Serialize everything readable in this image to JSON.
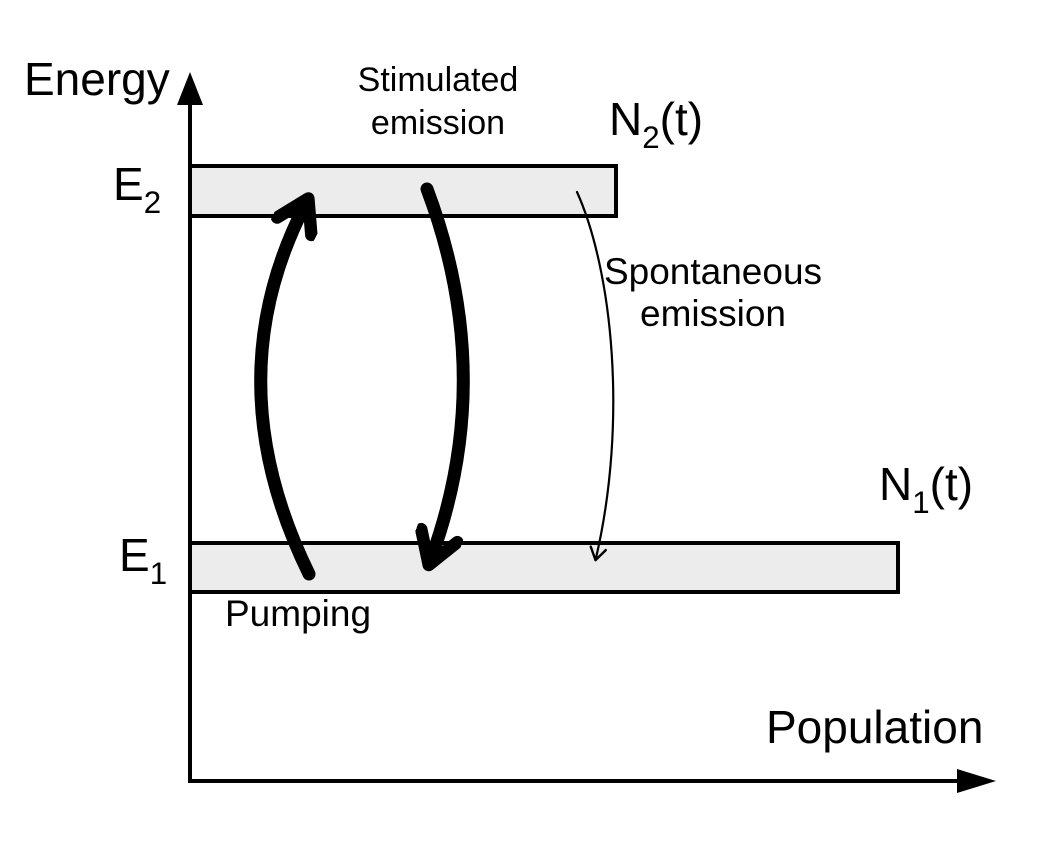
{
  "axes": {
    "y_label": "Energy",
    "x_label": "Population"
  },
  "levels": {
    "upper": {
      "energy_label": {
        "base": "E",
        "sub": "2"
      },
      "population_label": {
        "base": "N",
        "sub": "2",
        "suffix": "(t)"
      }
    },
    "lower": {
      "energy_label": {
        "base": "E",
        "sub": "1"
      },
      "population_label": {
        "base": "N",
        "sub": "1",
        "suffix": "(t)"
      }
    }
  },
  "processes": {
    "pumping": {
      "label": "Pumping",
      "direction": "up"
    },
    "stimulated_emission": {
      "label_line1": "Stimulated",
      "label_line2": "emission",
      "direction": "down"
    },
    "spontaneous_emission": {
      "label_line1": "Spontaneous",
      "label_line2": "emission",
      "direction": "down"
    }
  },
  "colors": {
    "background": "#ffffff",
    "bar_fill": "#ececec",
    "line": "#000000"
  }
}
